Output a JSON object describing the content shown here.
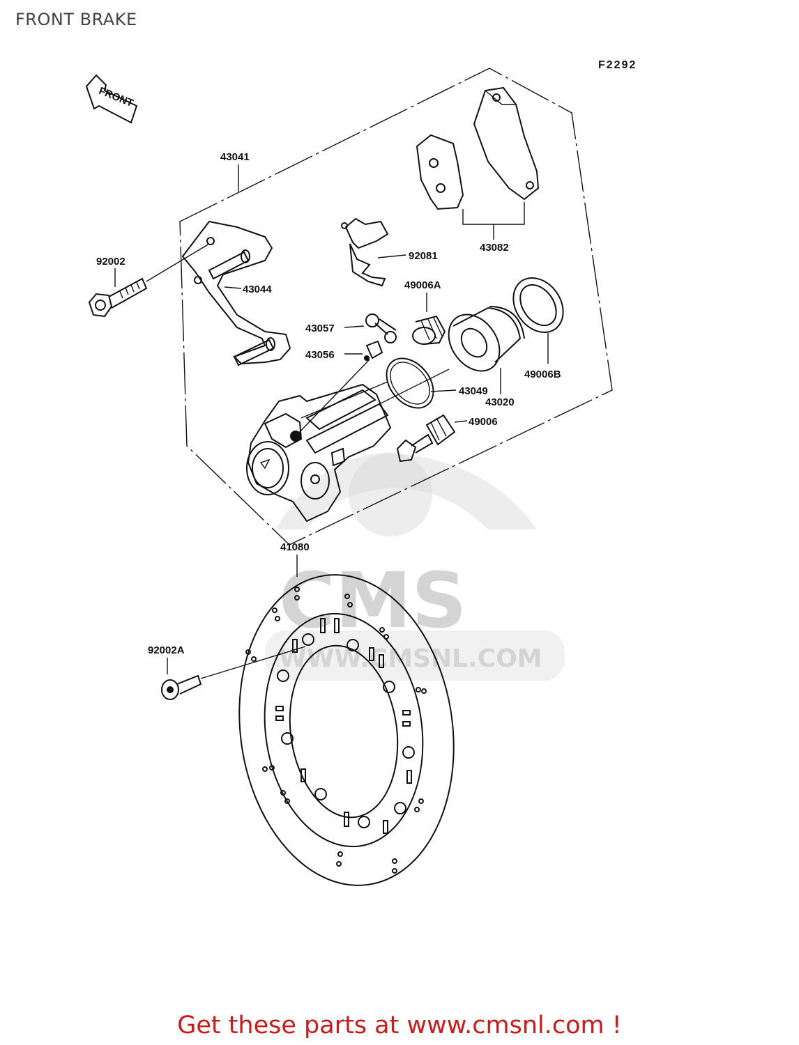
{
  "page": {
    "title": "FRONT BRAKE"
  },
  "figure": {
    "code": "F2292",
    "front_marker": "FRONT"
  },
  "parts": [
    {
      "id": "43041"
    },
    {
      "id": "92002"
    },
    {
      "id": "43044"
    },
    {
      "id": "92081"
    },
    {
      "id": "43082"
    },
    {
      "id": "49006A"
    },
    {
      "id": "43057"
    },
    {
      "id": "43056"
    },
    {
      "id": "43049"
    },
    {
      "id": "43020"
    },
    {
      "id": "49006B"
    },
    {
      "id": "49006"
    },
    {
      "id": "41080"
    },
    {
      "id": "92002A"
    }
  ],
  "watermark": {
    "logo_text": "CMS",
    "url_text": "WWW.CMSNL.COM"
  },
  "footer": {
    "link_text": "Get these parts at www.cmsnl.com !"
  }
}
